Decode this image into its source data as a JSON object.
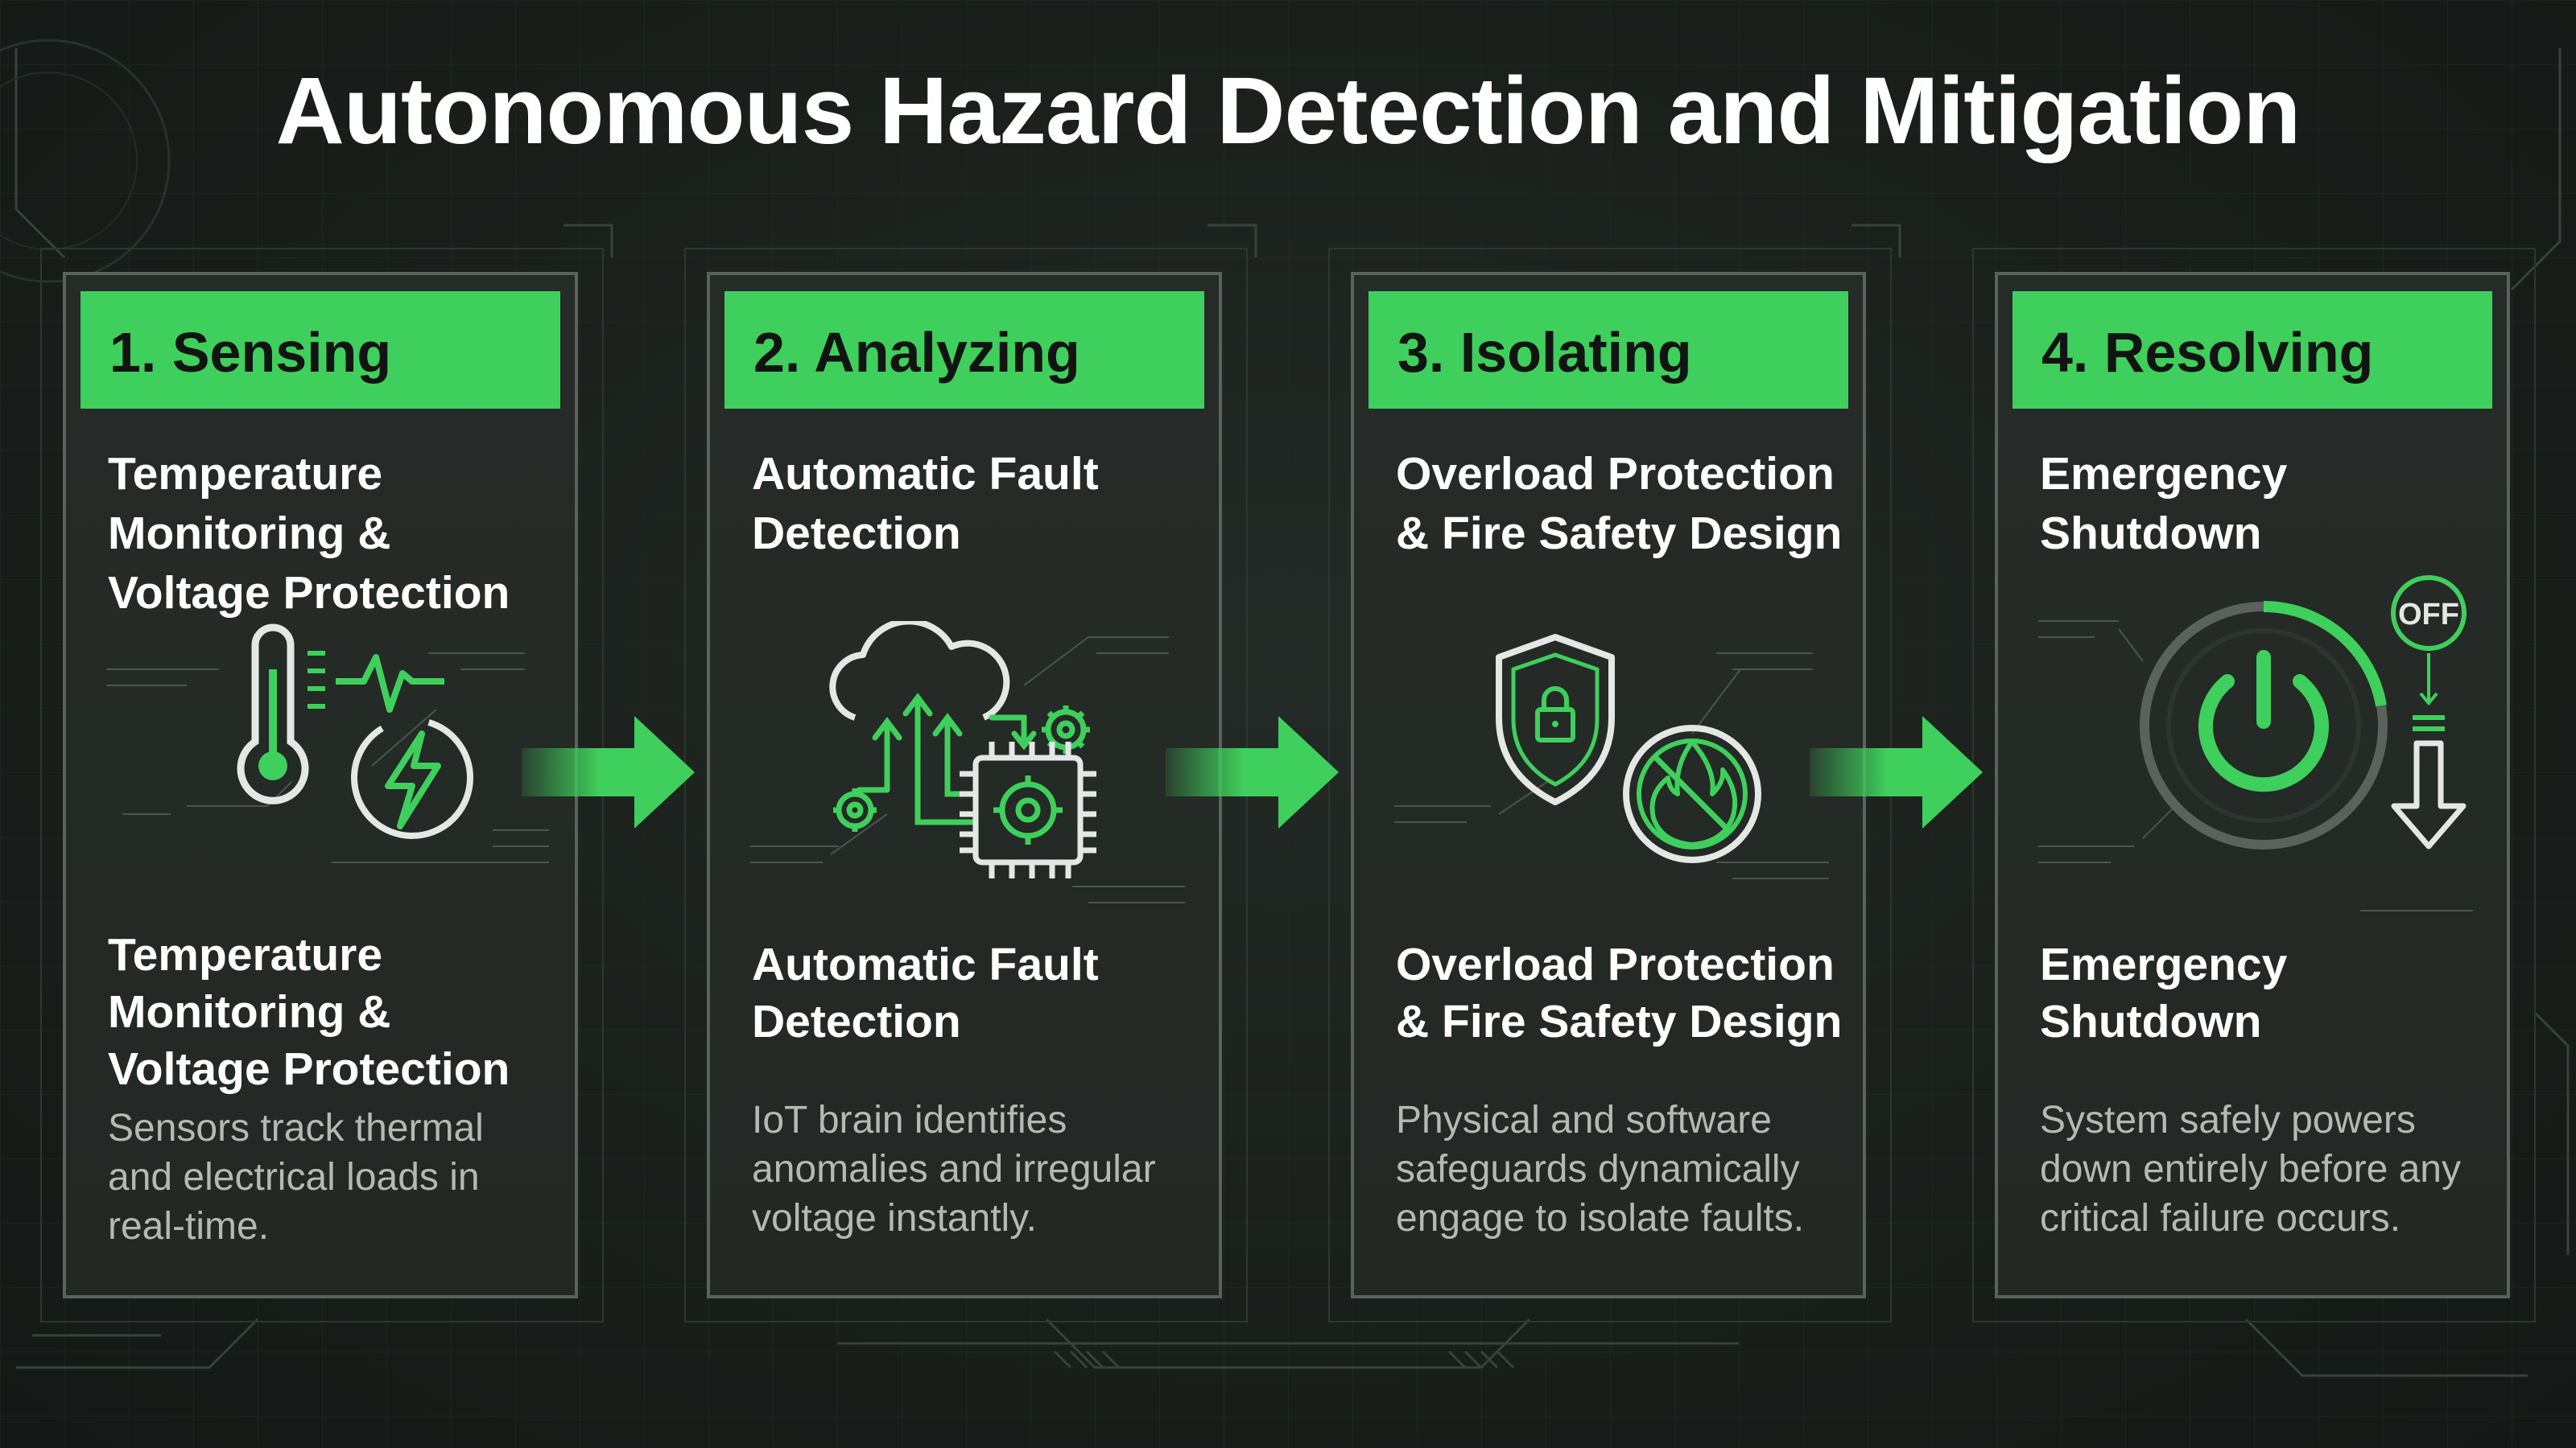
{
  "title": "Autonomous Hazard Detection and Mitigation",
  "colors": {
    "accent": "#3fcf5c",
    "background": "#1a1f1c",
    "card": "#252a27",
    "text": "#ffffff",
    "muted": "#b4b9b6"
  },
  "steps": [
    {
      "header": "1. Sensing",
      "subtitle": "Temperature Monitoring & Voltage Protection",
      "heading": "Temperature Monitoring & Voltage Protection",
      "description": "Sensors track thermal and electrical loads in real-time.",
      "icons": [
        "thermometer-icon",
        "pulse-icon",
        "lightning-icon"
      ]
    },
    {
      "header": "2. Analyzing",
      "subtitle": "Automatic Fault Detection",
      "heading": "Automatic Fault Detection",
      "description": "IoT brain identifies anomalies and irregular voltage instantly.",
      "icons": [
        "cloud-icon",
        "gear-icon",
        "chip-icon"
      ]
    },
    {
      "header": "3. Isolating",
      "subtitle": "Overload Protection & Fire Safety Design",
      "heading": "Overload Protection & Fire Safety Design",
      "description": "Physical and software safeguards dynamically engage to isolate faults.",
      "icons": [
        "shield-lock-icon",
        "no-fire-icon"
      ]
    },
    {
      "header": "4. Resolving",
      "subtitle": "Emergency Shutdown",
      "heading": "Emergency Shutdown",
      "description": "System safely powers down entirely before any critical failure occurs.",
      "icons": [
        "power-icon",
        "down-arrow-icon"
      ],
      "off_badge": "OFF"
    }
  ],
  "flow_arrows": [
    "right-arrow-icon",
    "right-arrow-icon",
    "right-arrow-icon"
  ]
}
